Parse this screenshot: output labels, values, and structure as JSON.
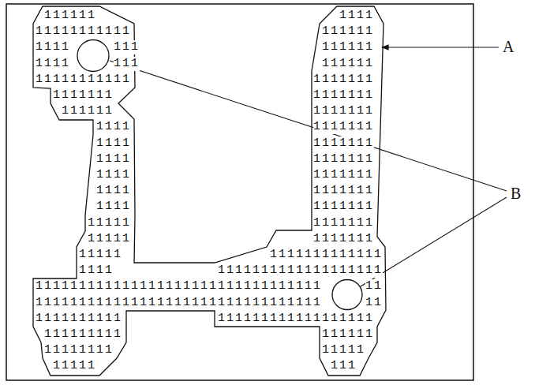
{
  "diagram": {
    "labels": [
      "111111",
      "1111",
      "11111111111",
      "111111",
      "1111",
      "111",
      "111111",
      "1111",
      "111",
      "111111",
      "11111111111",
      "1111111",
      "1111111",
      "1111111",
      "111111",
      "1111111",
      "1111",
      "1111111",
      "1111",
      "1111111",
      "1111",
      "1111111",
      "1111",
      "1111111",
      "1111",
      "1111111",
      "1111",
      "1111111",
      "11111",
      "1111111",
      "11111",
      "1111111",
      "11111",
      "1111111111111",
      "1111",
      "1111111111111111111",
      "111111111111111111111111111111111",
      "11",
      "111111111111111111111111111111111",
      "11",
      "1111111111",
      "111111111111111111",
      "111111111",
      "111111",
      "11111111",
      "11111",
      "11111",
      "111",
      "A",
      "B"
    ]
  }
}
